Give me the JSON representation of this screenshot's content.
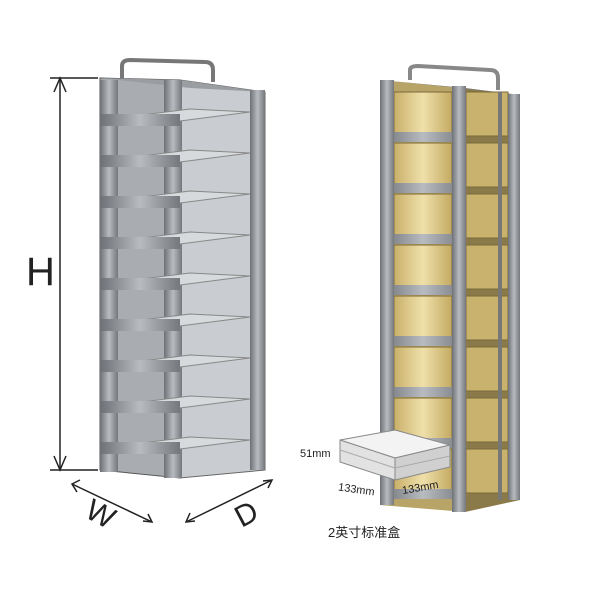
{
  "dimensions": {
    "height_label": "H",
    "width_label": "W",
    "depth_label": "D"
  },
  "standard_box": {
    "height": "51mm",
    "width": "133mm",
    "depth": "133mm",
    "caption": "2英寸标准盒"
  },
  "colors": {
    "steel": "#8e9296",
    "steel_dark": "#5d6166",
    "box_gold": "#d8c48a"
  }
}
